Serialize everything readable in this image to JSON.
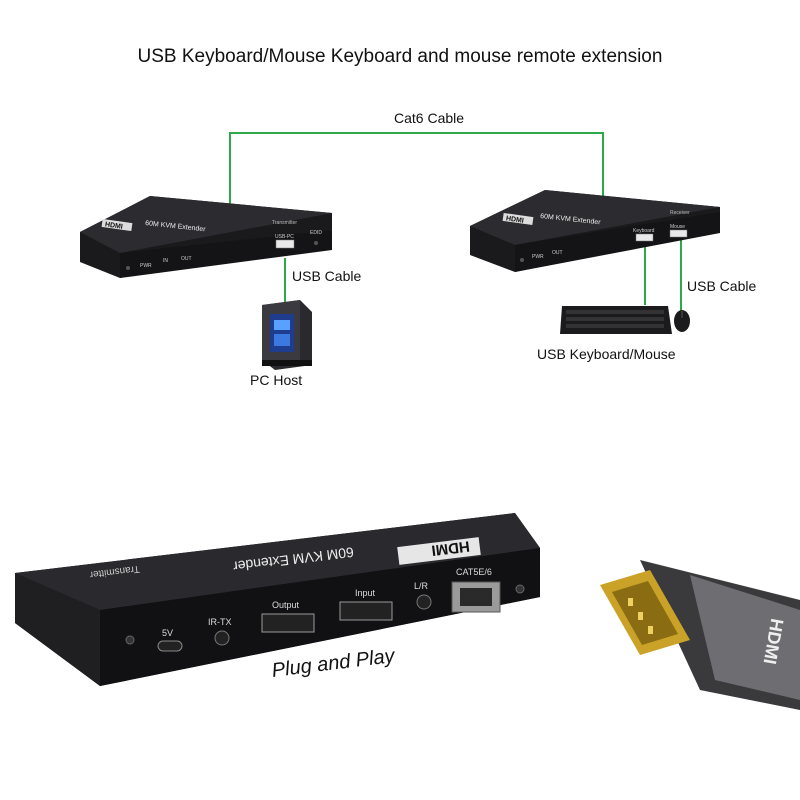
{
  "title": "USB Keyboard/Mouse Keyboard and mouse remote extension",
  "labels": {
    "cat6_cable": "Cat6 Cable",
    "usb_cable_left": "USB Cable",
    "usb_cable_right": "USB Cable",
    "pc_host": "PC Host",
    "usb_keyboard_mouse": "USB Keyboard/Mouse"
  },
  "transmitter_small": {
    "brand": "HDMI",
    "model": "60M KVM Extender",
    "role": "Transmitter",
    "ports": {
      "pwr": "PWR",
      "in": "IN",
      "out": "OUT",
      "usb_pc": "USB-PC",
      "edid": "EDID"
    }
  },
  "receiver_small": {
    "brand": "HDMI",
    "model": "60M KVM Extender",
    "role": "Receiver",
    "ports": {
      "pwr": "PWR",
      "out": "OUT",
      "keyboard": "Keyboard",
      "mouse": "Mouse"
    }
  },
  "transmitter_large": {
    "brand": "HDMI",
    "model": "60M KVM Extender",
    "role": "Transmitter",
    "ports": {
      "v5": "5V",
      "irtx": "IR-TX",
      "output": "Output",
      "input": "Input",
      "lr": "L/R",
      "cat": "CAT5E/6"
    }
  },
  "cable_brand": "HDMI",
  "tagline": "Plug and Play",
  "colors": {
    "cable_line": "#2fa84a",
    "device_body": "#1a1a1c",
    "device_top": "#2c2c30",
    "gold": "#c9a227"
  }
}
